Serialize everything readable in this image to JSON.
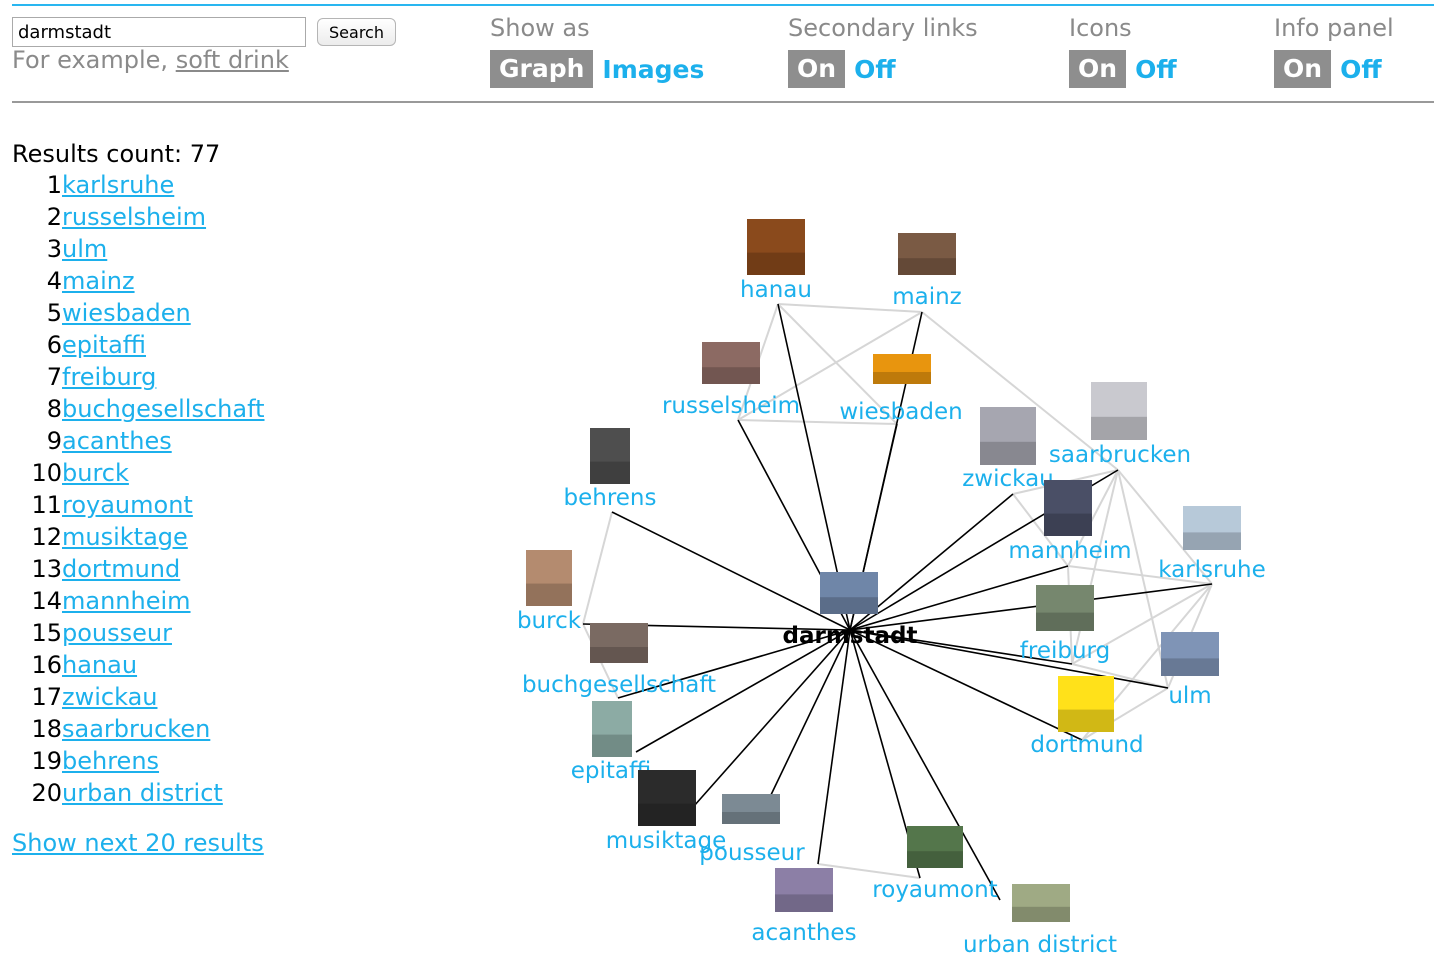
{
  "search": {
    "value": "darmstadt",
    "button_label": "Search"
  },
  "example": {
    "prefix": "For example,",
    "link": "soft drink"
  },
  "controls": {
    "show_as": {
      "label": "Show as",
      "active": "Graph",
      "inactive": "Images"
    },
    "secondary_links": {
      "label": "Secondary links",
      "active": "On",
      "inactive": "Off"
    },
    "icons": {
      "label": "Icons",
      "active": "On",
      "inactive": "Off"
    },
    "info_panel": {
      "label": "Info panel",
      "active": "On",
      "inactive": "Off"
    }
  },
  "results": {
    "count_text": "Results count: 77",
    "items": [
      {
        "num": "1",
        "label": "karlsruhe"
      },
      {
        "num": "2",
        "label": "russelsheim"
      },
      {
        "num": "3",
        "label": "ulm"
      },
      {
        "num": "4",
        "label": "mainz"
      },
      {
        "num": "5",
        "label": "wiesbaden"
      },
      {
        "num": "6",
        "label": "epitaffi"
      },
      {
        "num": "7",
        "label": "freiburg"
      },
      {
        "num": "8",
        "label": "buchgesellschaft"
      },
      {
        "num": "9",
        "label": "acanthes"
      },
      {
        "num": "10",
        "label": "burck"
      },
      {
        "num": "11",
        "label": "royaumont"
      },
      {
        "num": "12",
        "label": "musiktage"
      },
      {
        "num": "13",
        "label": "dortmund"
      },
      {
        "num": "14",
        "label": "mannheim"
      },
      {
        "num": "15",
        "label": "pousseur"
      },
      {
        "num": "16",
        "label": "hanau"
      },
      {
        "num": "17",
        "label": "zwickau"
      },
      {
        "num": "18",
        "label": "saarbrucken"
      },
      {
        "num": "19",
        "label": "behrens"
      },
      {
        "num": "20",
        "label": "urban district"
      }
    ],
    "show_next": "Show next 20 results"
  },
  "graph": {
    "center": "darmstadt",
    "nodes": [
      "hanau",
      "mainz",
      "wiesbaden",
      "russelsheim",
      "behrens",
      "saarbrucken",
      "zwickau",
      "mannheim",
      "karlsruhe",
      "burck",
      "buchgesellschaft",
      "freiburg",
      "ulm",
      "dortmund",
      "epitaffi",
      "musiktage",
      "pousseur",
      "acanthes",
      "royaumont",
      "urban district"
    ],
    "secondary_links": [
      [
        "hanau",
        "mainz"
      ],
      [
        "hanau",
        "russelsheim"
      ],
      [
        "hanau",
        "wiesbaden"
      ],
      [
        "mainz",
        "russelsheim"
      ],
      [
        "mainz",
        "saarbrucken"
      ],
      [
        "russelsheim",
        "wiesbaden"
      ],
      [
        "behrens",
        "burck"
      ],
      [
        "saarbrucken",
        "karlsruhe"
      ],
      [
        "saarbrucken",
        "mannheim"
      ],
      [
        "saarbrucken",
        "ulm"
      ],
      [
        "saarbrucken",
        "freiburg"
      ],
      [
        "zwickau",
        "mannheim"
      ],
      [
        "zwickau",
        "saarbrucken"
      ],
      [
        "mannheim",
        "karlsruhe"
      ],
      [
        "mannheim",
        "freiburg"
      ],
      [
        "karlsruhe",
        "ulm"
      ],
      [
        "karlsruhe",
        "freiburg"
      ],
      [
        "karlsruhe",
        "dortmund"
      ],
      [
        "freiburg",
        "ulm"
      ],
      [
        "dortmund",
        "ulm"
      ],
      [
        "burck",
        "buchgesellschaft"
      ],
      [
        "acanthes",
        "royaumont"
      ]
    ]
  }
}
